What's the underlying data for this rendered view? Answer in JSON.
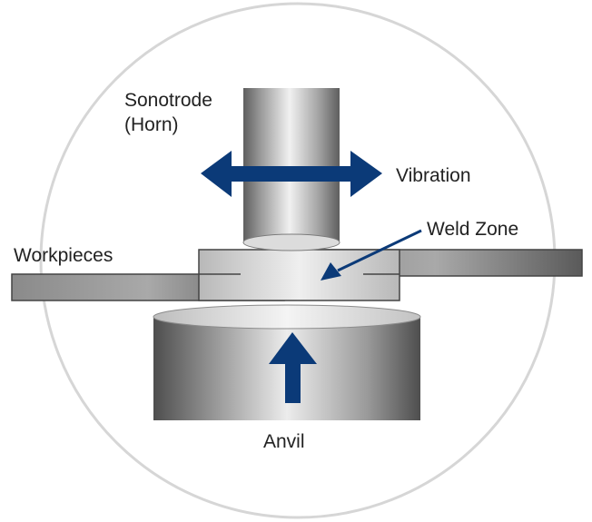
{
  "labels": {
    "sonotrode": "Sonotrode",
    "horn": "(Horn)",
    "vibration": "Vibration",
    "weld_zone": "Weld Zone",
    "workpieces": "Workpieces",
    "anvil": "Anvil"
  },
  "colors": {
    "arrow": "#0b3a78",
    "circle_outline": "#d6d6d6",
    "metal_dark": "#5a5a5a",
    "metal_light": "#eeeeee",
    "text": "#222222"
  },
  "icons": {
    "vibration_arrow": "double-headed-horizontal-arrow",
    "anvil_arrow": "upward-arrow",
    "weld_pointer": "diagonal-pointer-arrow"
  }
}
